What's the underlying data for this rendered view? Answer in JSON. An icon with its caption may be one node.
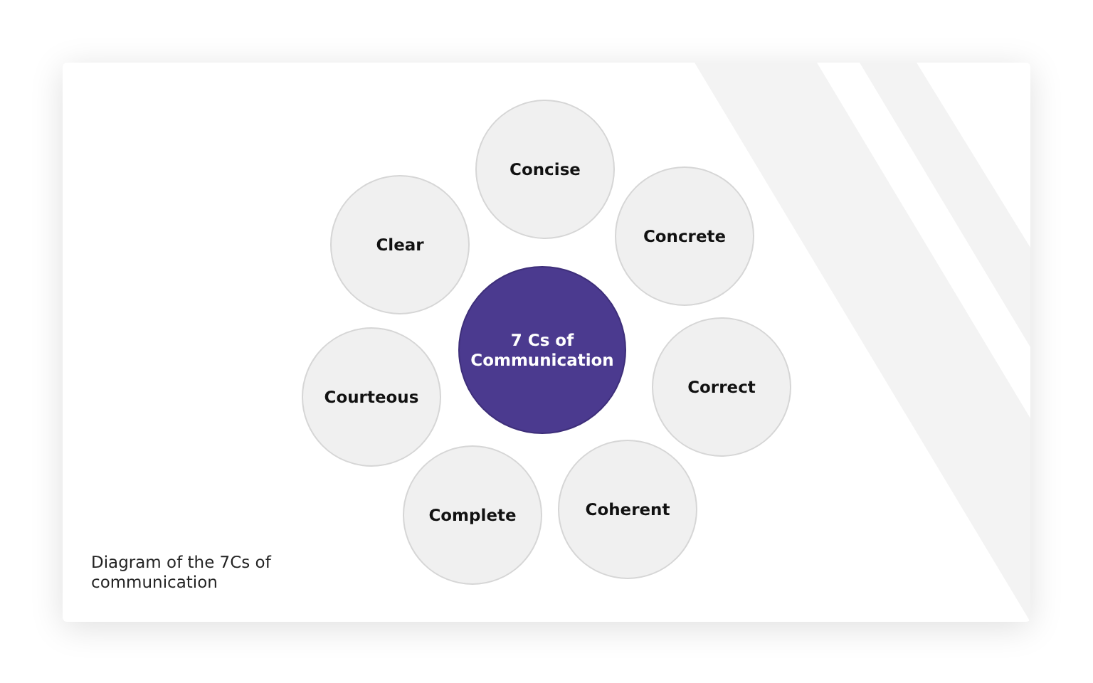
{
  "diagram": {
    "caption": "Diagram of the 7Cs of communication",
    "nodes": [
      {
        "text": [
          "7 Cs of Communication"
        ]
      },
      {
        "text": [
          "Concise"
        ]
      },
      {
        "text": [
          "Concrete"
        ]
      },
      {
        "text": [
          "Correct"
        ]
      },
      {
        "text": [
          "Coherent"
        ]
      },
      {
        "text": [
          "Complete"
        ]
      },
      {
        "text": [
          "Courteous"
        ]
      },
      {
        "text": [
          "Clear"
        ]
      }
    ],
    "edges": []
  }
}
